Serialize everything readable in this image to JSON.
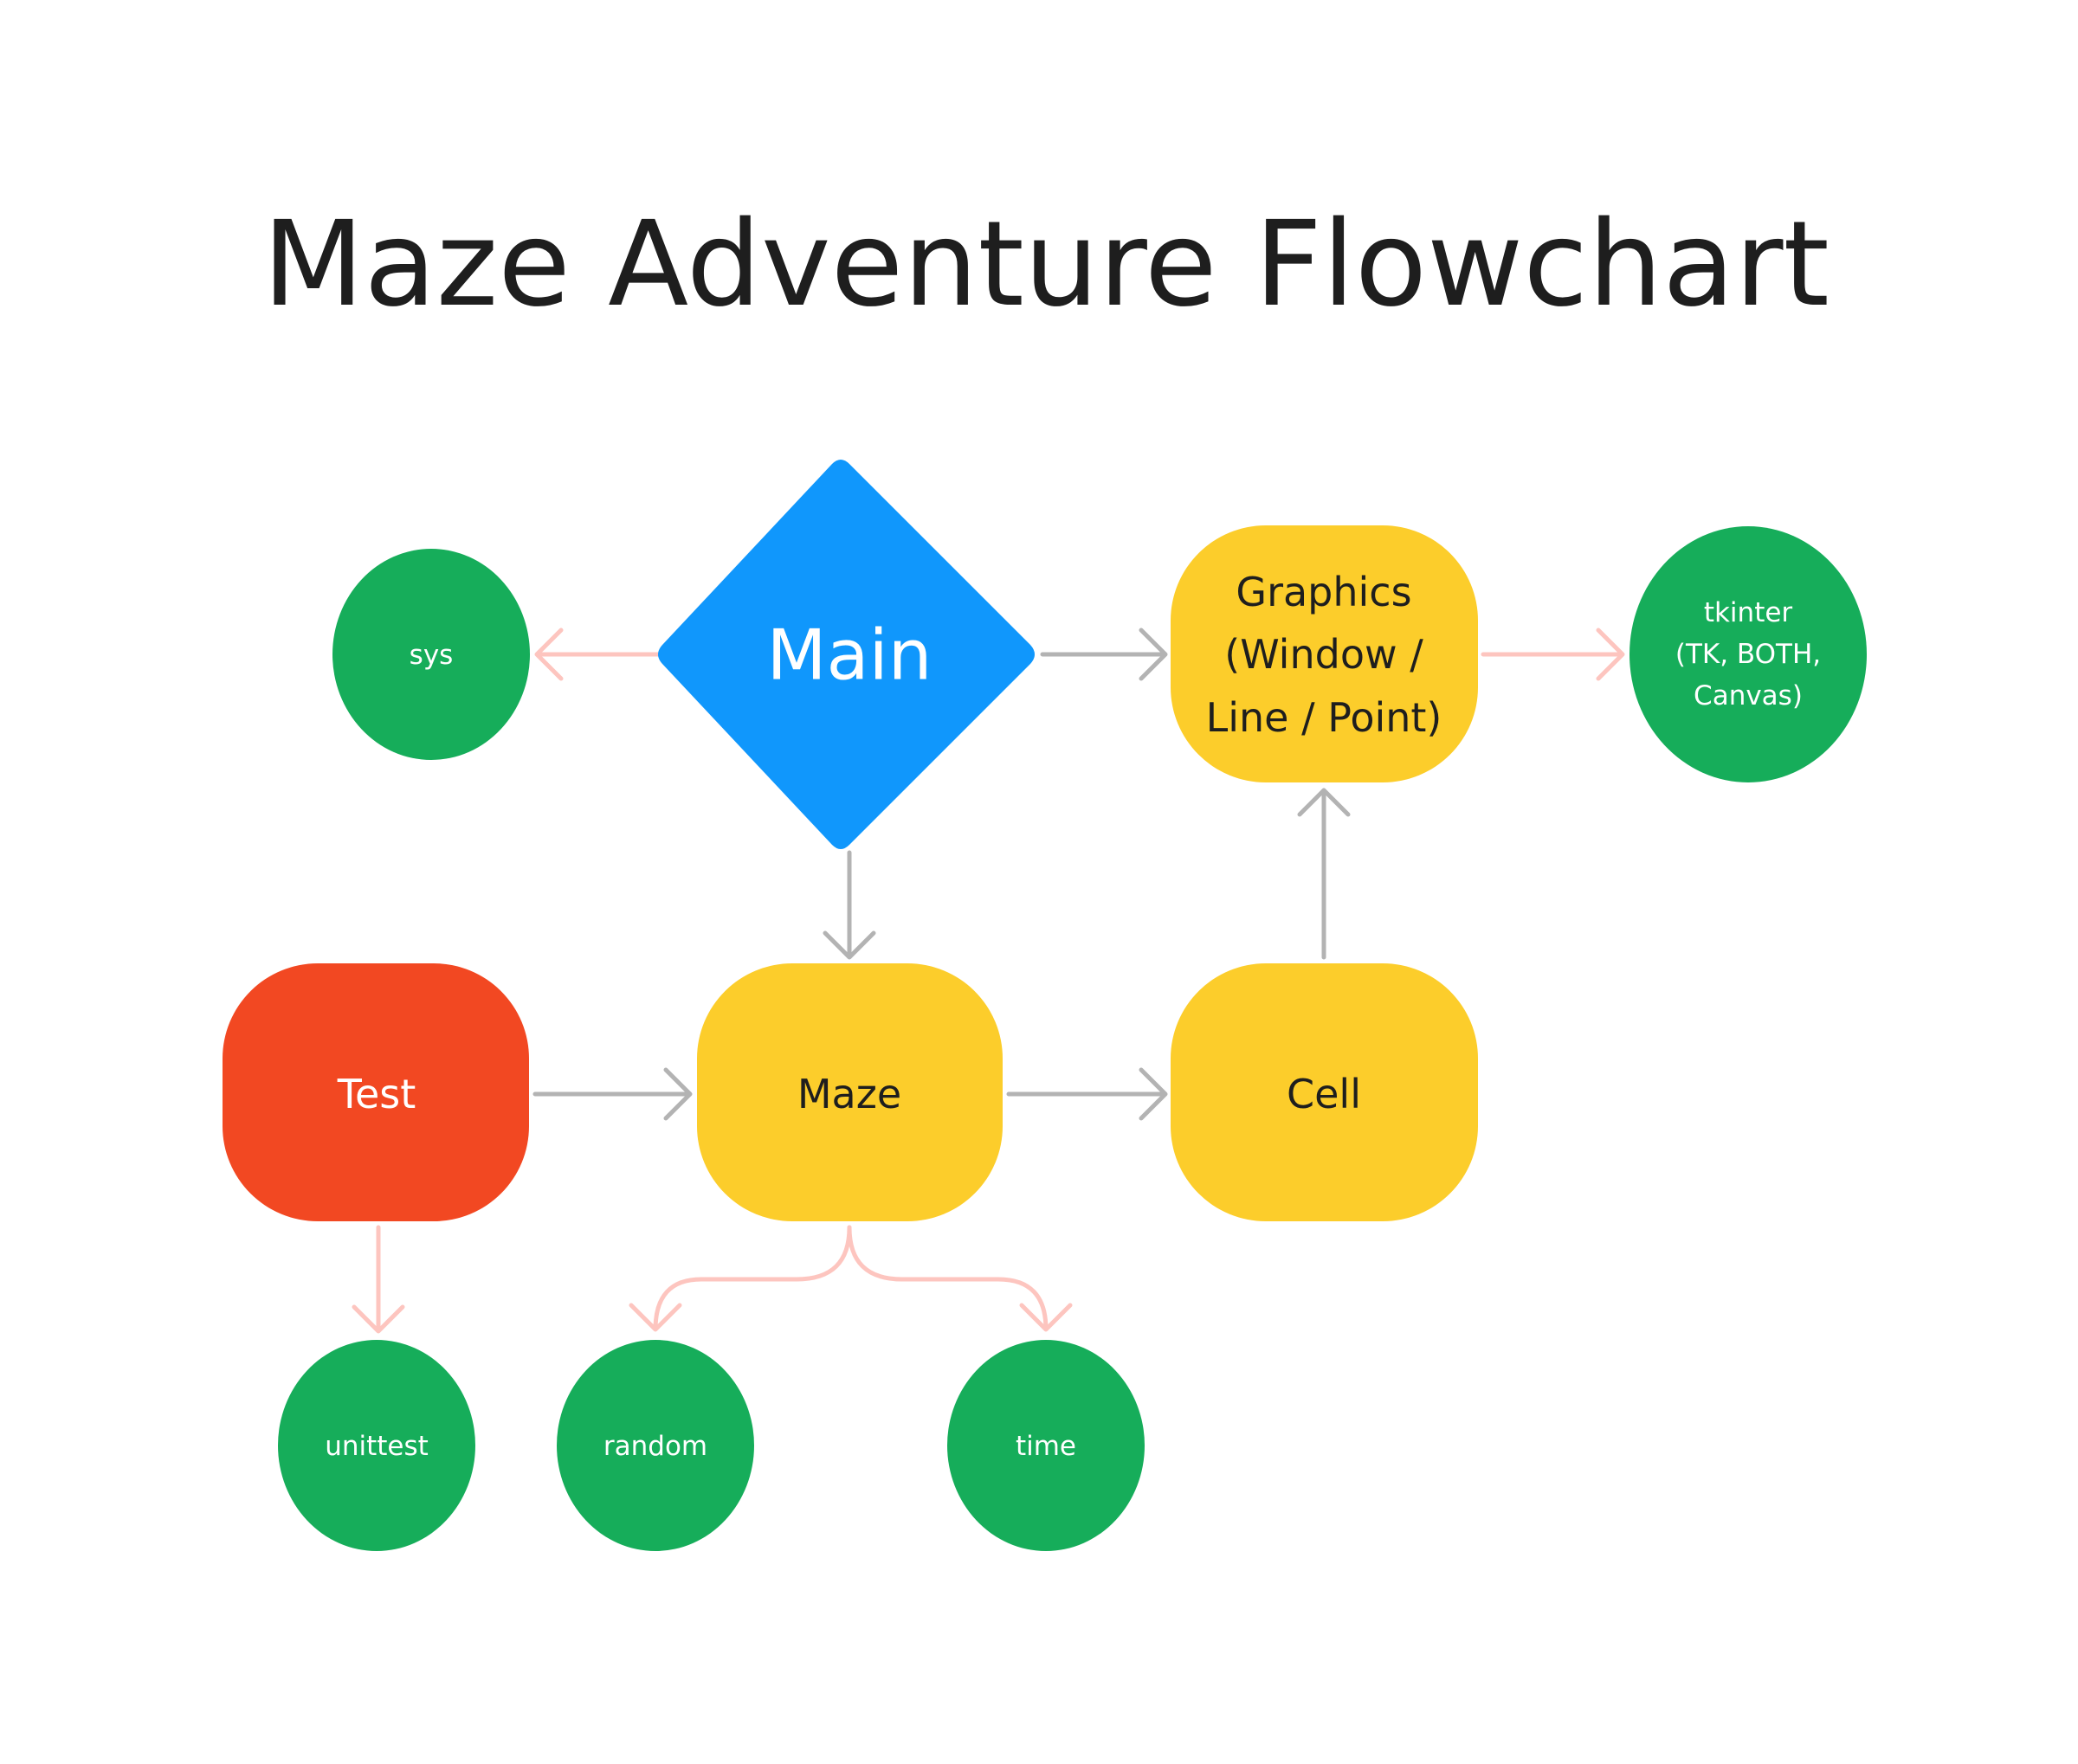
{
  "title": "Maze Adventure Flowchart",
  "colors": {
    "decision": "#1097fc",
    "process": "#fccd2b",
    "test": "#f24822",
    "library": "#16ad5a",
    "edge_internal": "#b3b3b3",
    "edge_import": "#fdc5bf"
  },
  "nodes": {
    "main": {
      "label": "Main",
      "shape": "diamond"
    },
    "graphics": {
      "lines": [
        "Graphics",
        "(Window /",
        "Line / Point)"
      ],
      "shape": "rounded-rect"
    },
    "maze": {
      "label": "Maze",
      "shape": "rounded-rect"
    },
    "cell": {
      "label": "Cell",
      "shape": "rounded-rect"
    },
    "test": {
      "label": "Test",
      "shape": "rounded-rect"
    },
    "sys": {
      "label": "sys",
      "shape": "ellipse"
    },
    "tkinter": {
      "lines": [
        "tkinter",
        "(TK, BOTH,",
        "Canvas)"
      ],
      "shape": "ellipse"
    },
    "unittest": {
      "label": "unittest",
      "shape": "ellipse"
    },
    "random": {
      "label": "random",
      "shape": "ellipse"
    },
    "time": {
      "label": "time",
      "shape": "ellipse"
    }
  },
  "edges": [
    {
      "from": "main",
      "to": "sys",
      "kind": "import"
    },
    {
      "from": "main",
      "to": "graphics",
      "kind": "internal"
    },
    {
      "from": "main",
      "to": "maze",
      "kind": "internal"
    },
    {
      "from": "graphics",
      "to": "tkinter",
      "kind": "import"
    },
    {
      "from": "cell",
      "to": "graphics",
      "kind": "internal"
    },
    {
      "from": "test",
      "to": "maze",
      "kind": "internal"
    },
    {
      "from": "maze",
      "to": "cell",
      "kind": "internal"
    },
    {
      "from": "test",
      "to": "unittest",
      "kind": "import"
    },
    {
      "from": "maze",
      "to": "random",
      "kind": "import"
    },
    {
      "from": "maze",
      "to": "time",
      "kind": "import"
    }
  ]
}
